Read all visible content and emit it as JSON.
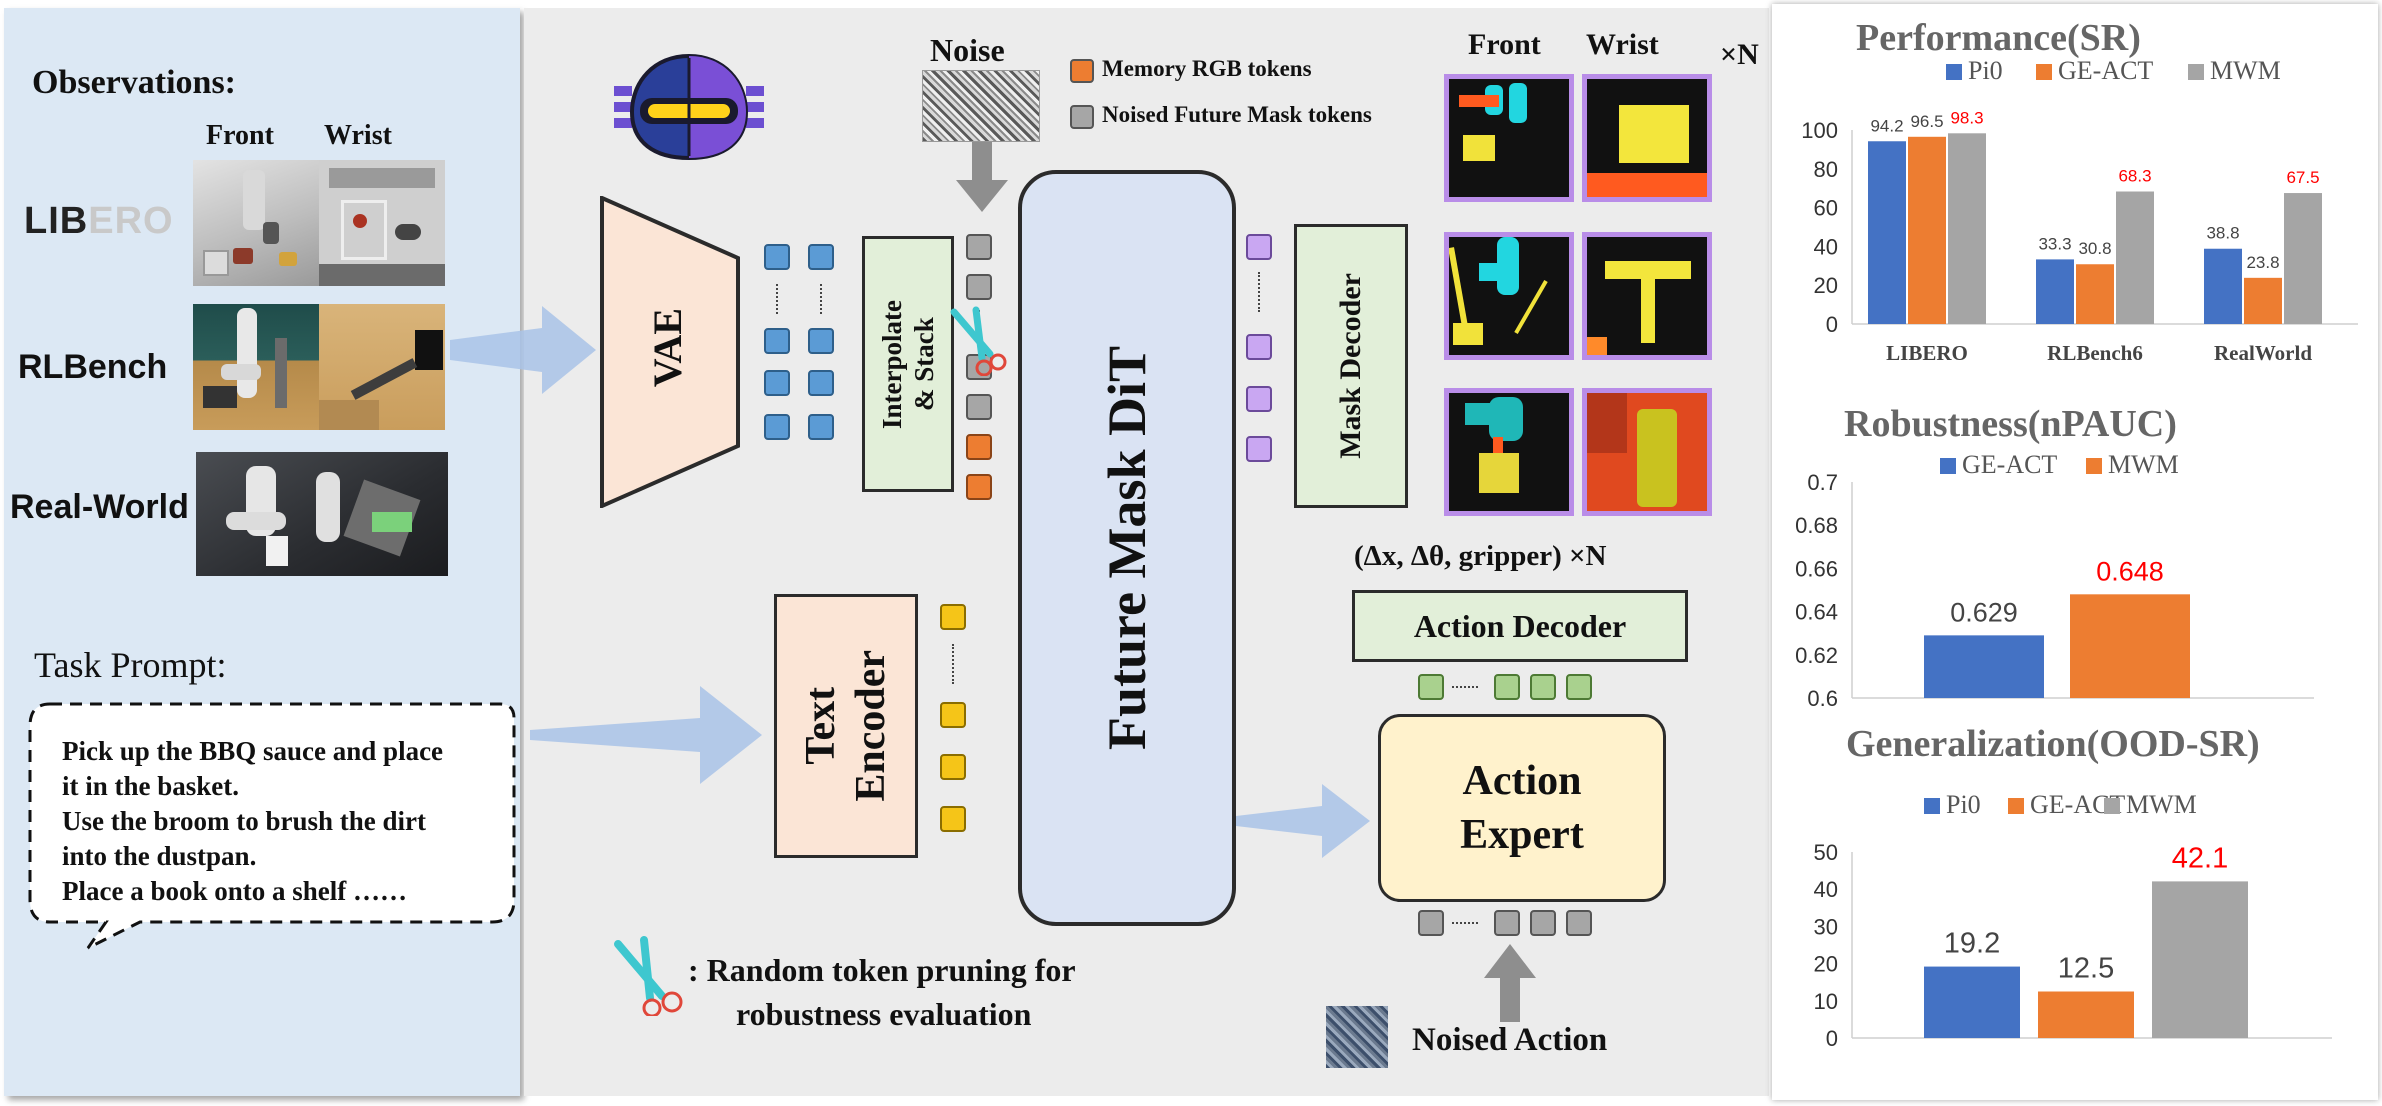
{
  "observations": {
    "title": "Observations:",
    "col_front": "Front",
    "col_wrist": "Wrist",
    "row_libero_logo": "LIBERO",
    "row_rlbench": "RLBench",
    "row_realworld": "Real-World"
  },
  "task_prompt": {
    "title": "Task Prompt:",
    "lines": [
      "Pick up the BBQ sauce and place",
      "it in the basket.",
      "Use the broom to brush the dirt",
      "into the dustpan.",
      "Place a book onto a shelf ……"
    ]
  },
  "pipeline": {
    "vae": "VAE",
    "noise": "Noise",
    "legend_memory": "Memory RGB tokens",
    "legend_noised": "Noised Future Mask tokens",
    "interpolate_line1": "Interpolate",
    "interpolate_line2": "& Stack",
    "dit": "Future Mask DiT",
    "mask_decoder": "Mask Decoder",
    "text_encoder_line1": "Text",
    "text_encoder_line2": "Encoder",
    "mask_col_front": "Front",
    "mask_col_wrist": "Wrist",
    "times_n": "×N",
    "action_formula": "(Δx, Δθ, gripper) ×N",
    "action_decoder": "Action Decoder",
    "action_expert_line1": "Action",
    "action_expert_line2": "Expert",
    "noised_action": "Noised Action",
    "pruning_note_line1": ": Random token pruning for",
    "pruning_note_line2": "robustness evaluation",
    "colors": {
      "blue": "#5b9bd5",
      "orange": "#ed7d31",
      "gray": "#a6a6a6",
      "purple": "#c9a7f2",
      "yellow": "#f5c518",
      "green": "#a9d18e"
    }
  },
  "chart_data": [
    {
      "type": "bar",
      "title": "Performance(SR)",
      "categories": [
        "LIBERO",
        "RLBench6",
        "RealWorld"
      ],
      "series": [
        {
          "name": "Pi0",
          "values": [
            94.2,
            33.3,
            38.8
          ],
          "color": "#4472c4"
        },
        {
          "name": "GE-ACT",
          "values": [
            96.5,
            30.8,
            23.8
          ],
          "color": "#ed7d31"
        },
        {
          "name": "MWM",
          "values": [
            98.3,
            68.3,
            67.5
          ],
          "color": "#a5a5a5"
        }
      ],
      "ylim": [
        0,
        100
      ],
      "yticks": [
        "0",
        "20",
        "40",
        "60",
        "80",
        "100"
      ],
      "value_labels": [
        [
          "94.2",
          "33.3",
          "38.8"
        ],
        [
          "96.5",
          "30.8",
          "23.8"
        ],
        [
          "98.3",
          "68.3",
          "67.5"
        ]
      ],
      "highlight_color": "#ff0000",
      "legend": "top"
    },
    {
      "type": "bar",
      "title": "Robustness(nPAUC)",
      "categories": [
        ""
      ],
      "series": [
        {
          "name": "GE-ACT",
          "values": [
            0.629
          ],
          "color": "#4472c4"
        },
        {
          "name": "MWM",
          "values": [
            0.648
          ],
          "color": "#ed7d31"
        }
      ],
      "ylim": [
        0.6,
        0.7
      ],
      "yticks": [
        "0.6",
        "0.62",
        "0.64",
        "0.66",
        "0.68",
        "0.7"
      ],
      "value_labels": [
        [
          "0.629"
        ],
        [
          "0.648"
        ]
      ],
      "highlight_color": "#ff0000",
      "legend": "top"
    },
    {
      "type": "bar",
      "title": "Generalization(OOD-SR)",
      "categories": [
        ""
      ],
      "series": [
        {
          "name": "Pi0",
          "values": [
            19.2
          ],
          "color": "#4472c4"
        },
        {
          "name": "GE-ACT",
          "values": [
            12.5
          ],
          "color": "#ed7d31"
        },
        {
          "name": "MWM",
          "values": [
            42.1
          ],
          "color": "#a5a5a5"
        }
      ],
      "ylim": [
        0,
        50
      ],
      "yticks": [
        "0",
        "10",
        "20",
        "30",
        "40",
        "50"
      ],
      "value_labels": [
        [
          "19.2"
        ],
        [
          "12.5"
        ],
        [
          "42.1"
        ]
      ],
      "highlight_color": "#ff0000",
      "legend": "top"
    }
  ]
}
